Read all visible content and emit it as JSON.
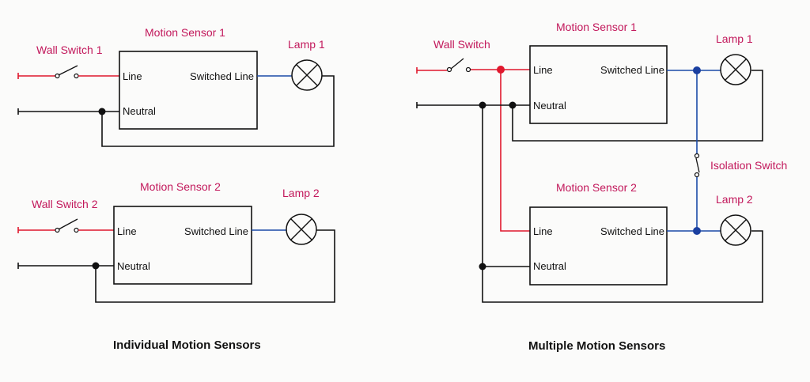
{
  "colors": {
    "line_wire": "#e0182d",
    "neutral_wire": "#111111",
    "switched_wire": "#1a4aa8",
    "label_text": "#c2185b"
  },
  "individual": {
    "title": "Individual Motion Sensors",
    "circuits": [
      {
        "switch_label": "Wall Switch 1",
        "sensor_label": "Motion Sensor 1",
        "lamp_label": "Lamp 1",
        "terminal_line": "Line",
        "terminal_neutral": "Neutral",
        "terminal_switched": "Switched Line"
      },
      {
        "switch_label": "Wall Switch 2",
        "sensor_label": "Motion Sensor 2",
        "lamp_label": "Lamp 2",
        "terminal_line": "Line",
        "terminal_neutral": "Neutral",
        "terminal_switched": "Switched Line"
      }
    ]
  },
  "multiple": {
    "title": "Multiple Motion Sensors",
    "switch_label": "Wall Switch",
    "isolation_label": "Isolation Switch",
    "sensors": [
      {
        "sensor_label": "Motion Sensor 1",
        "lamp_label": "Lamp 1",
        "terminal_line": "Line",
        "terminal_neutral": "Neutral",
        "terminal_switched": "Switched Line"
      },
      {
        "sensor_label": "Motion Sensor 2",
        "lamp_label": "Lamp 2",
        "terminal_line": "Line",
        "terminal_neutral": "Neutral",
        "terminal_switched": "Switched Line"
      }
    ]
  }
}
